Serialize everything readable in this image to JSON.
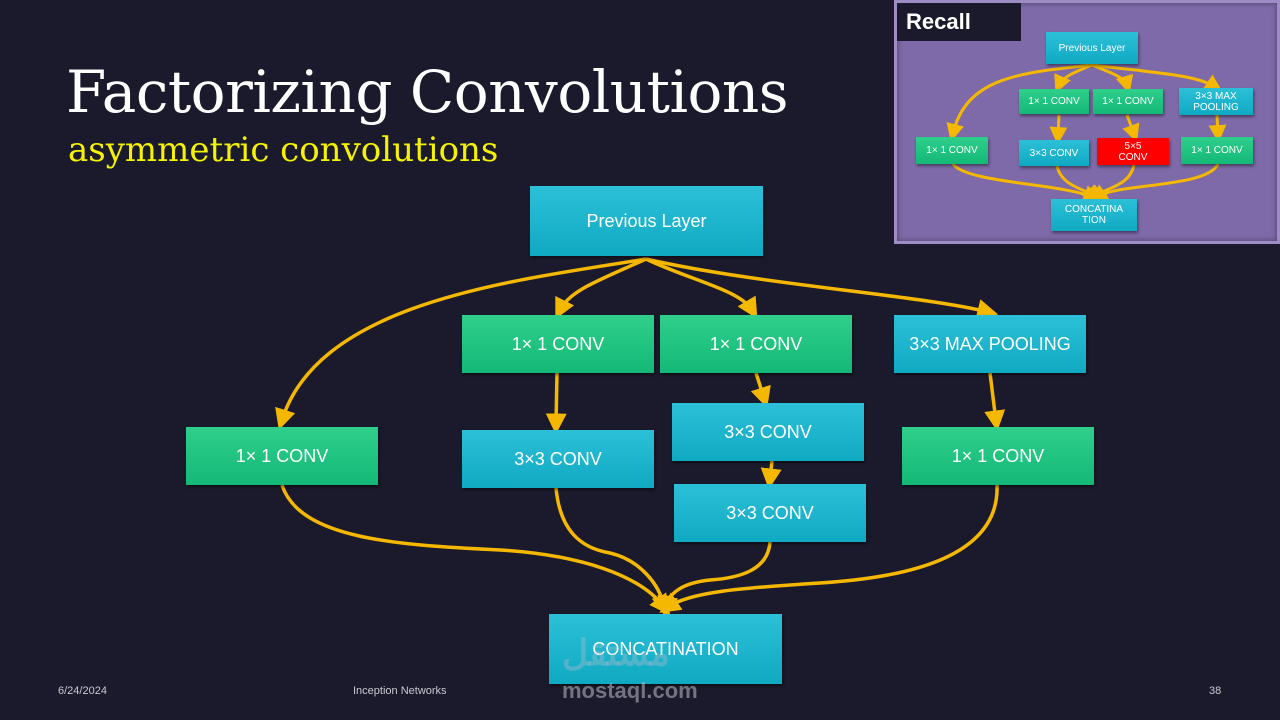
{
  "slide": {
    "title": "Factorizing Convolutions",
    "subtitle": "asymmetric convolutions",
    "date": "6/24/2024",
    "footer_text": "Inception Networks",
    "page_number": "38",
    "watermark_logo": "مستقل",
    "watermark": "mostaql.com"
  },
  "diagram": {
    "previous_layer": "Previous Layer",
    "branch1_conv": "1× 1 CONV",
    "branch2_conv1": "1× 1 CONV",
    "branch2_conv2": "3×3 CONV",
    "branch3_conv1": "1× 1 CONV",
    "branch3_conv2": "3×3 CONV",
    "branch3_conv3": "3×3 CONV",
    "branch4_pool": "3×3 MAX POOLING",
    "branch4_conv": "1× 1 CONV",
    "concat": "CONCATINATION"
  },
  "recall": {
    "label": "Recall",
    "previous_layer": "Previous Layer",
    "conv_1x1_a": "1× 1 CONV",
    "conv_1x1_b": "1× 1 CONV",
    "maxpool": "3×3 MAX POOLING",
    "conv_1x1_left": "1× 1 CONV",
    "conv_3x3": "3×3 CONV",
    "conv_5x5": "5×5 CONV",
    "conv_1x1_right": "1× 1 CONV",
    "concat": "CONCATINA TION"
  },
  "colors": {
    "background": "#1b1a2c",
    "arrow": "#f5b800",
    "subtitle": "#f5f200",
    "green_box": "#20c382",
    "teal_box": "#1bb4cc",
    "recall_panel": "#7e6aa8",
    "highlight": "#ff0000"
  }
}
